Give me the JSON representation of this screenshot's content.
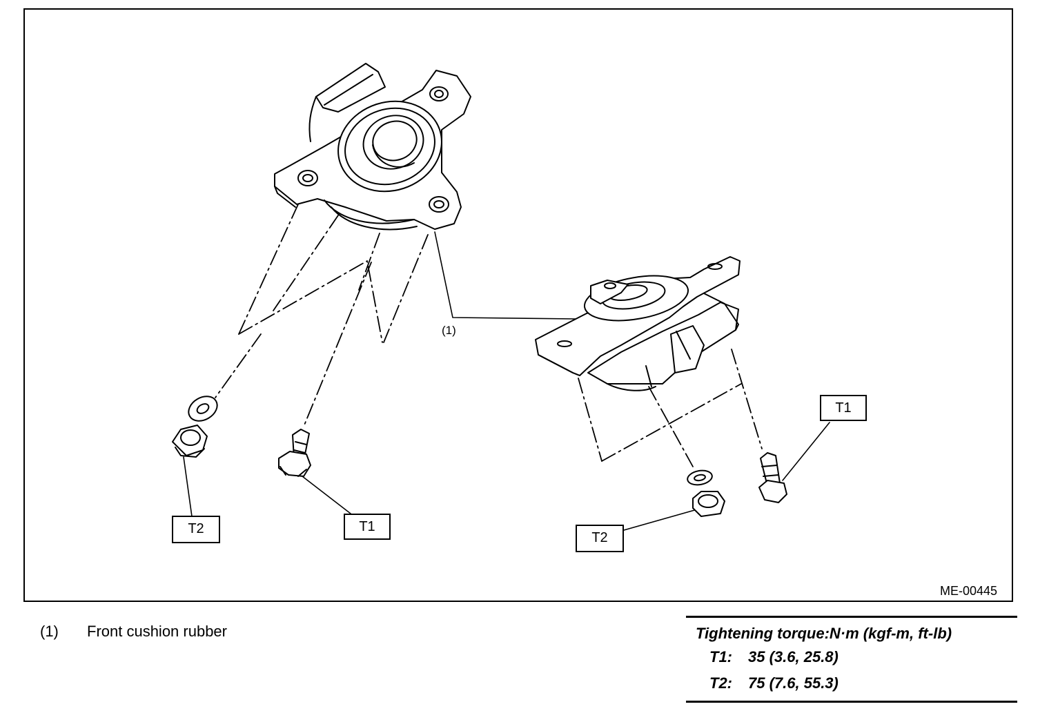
{
  "figure": {
    "id": "ME-00445",
    "part_ref": "(1)",
    "callouts": {
      "t1": "T1",
      "t2": "T2"
    }
  },
  "legend": [
    {
      "number": "(1)",
      "label": "Front cushion rubber"
    }
  ],
  "torque": {
    "title": "Tightening torque:N·m (kgf-m, ft-lb)",
    "rows": [
      {
        "id": "T1:",
        "value": "35 (3.6, 25.8)"
      },
      {
        "id": "T2:",
        "value": "75 (7.6, 55.3)"
      }
    ]
  },
  "icons": [
    "cushion-rubber-left",
    "cushion-rubber-right",
    "washer",
    "flange-nut",
    "flange-bolt"
  ]
}
